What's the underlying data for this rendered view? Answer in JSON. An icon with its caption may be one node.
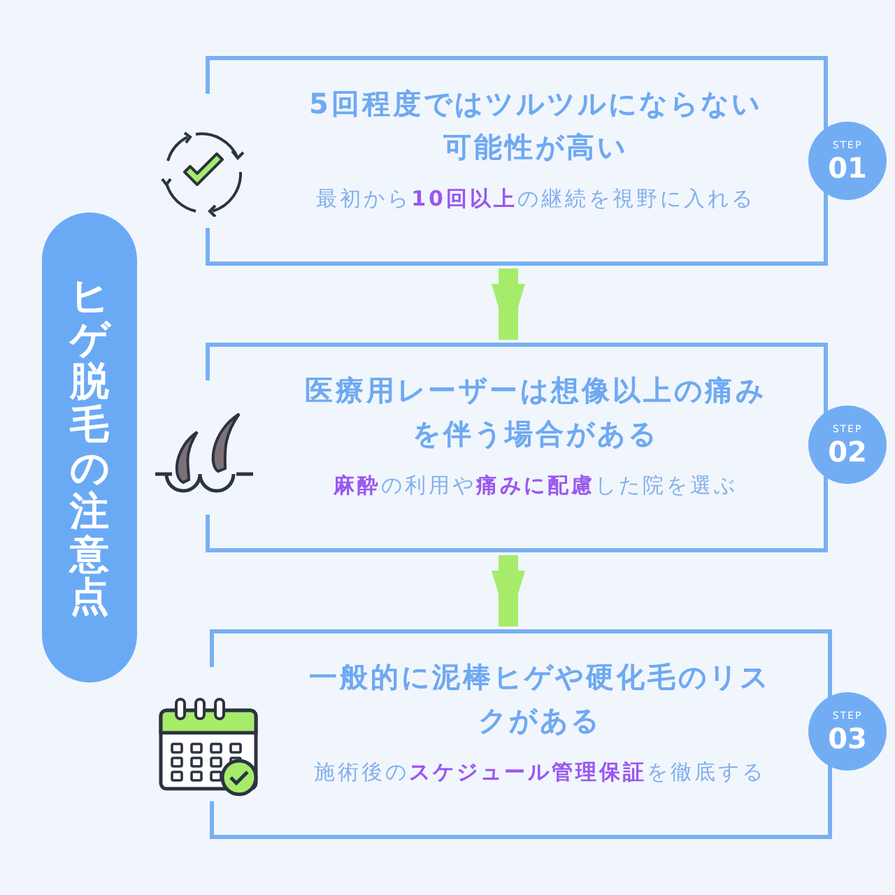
{
  "diagram": {
    "nodes": [
      {
        "text": [
          "ヒゲ脱毛の注意点"
        ]
      },
      {
        "text": [
          "5回程度ではツルツルにならない可能性が高い",
          "最初から**10回以上**の継続を視野に入れる"
        ]
      },
      {
        "text": [
          "医療用レーザーは想像以上の痛みを伴う場合がある",
          "**麻酔**の利用や**痛みに配慮**した院を選ぶ"
        ]
      },
      {
        "text": [
          "一般的に泥棒ヒゲや硬化毛のリスクがある",
          "施術後の**スケジュール管理保証**を徹底する"
        ]
      },
      {
        "text": [
          "STEP",
          "01"
        ]
      },
      {
        "text": [
          "STEP",
          "02"
        ]
      },
      {
        "text": [
          "STEP",
          "03"
        ]
      }
    ],
    "edges": [
      {
        "from": 1,
        "to": 2,
        "arrow": "to",
        "color": "#a6ec6a"
      },
      {
        "from": 2,
        "to": 3,
        "arrow": "to",
        "color": "#a6ec6a"
      }
    ]
  }
}
